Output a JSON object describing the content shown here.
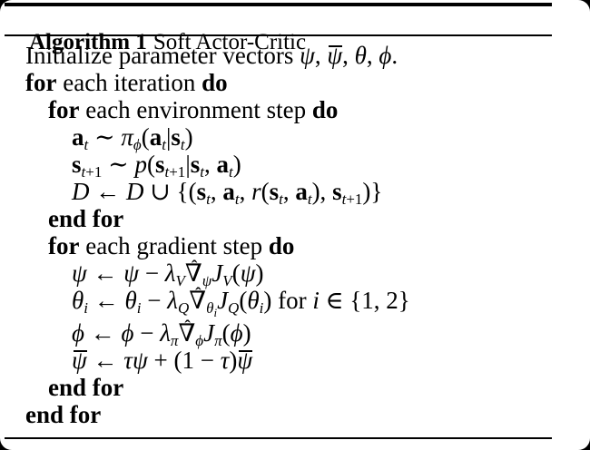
{
  "style": {
    "text_color": "#000000",
    "page_background": "#ffffff",
    "corner_background": "#000000",
    "rule_color": "#000000"
  },
  "algorithm": {
    "header": {
      "label": "Algorithm 1",
      "title": "Soft Actor-Critic"
    },
    "lines": [
      {
        "indent": 1,
        "tokens": [
          {
            "t": "Initialize parameter vectors ",
            "s": "rm"
          },
          {
            "t": "ψ",
            "s": "it"
          },
          {
            "t": ", ",
            "s": "rm"
          },
          {
            "t": "ψ",
            "s": "it",
            "bar": true
          },
          {
            "t": ", ",
            "s": "rm"
          },
          {
            "t": "θ",
            "s": "it"
          },
          {
            "t": ", ",
            "s": "rm"
          },
          {
            "t": "ϕ",
            "s": "it"
          },
          {
            "t": ".",
            "s": "rm"
          }
        ]
      },
      {
        "indent": 1,
        "tokens": [
          {
            "t": "for",
            "s": "kw"
          },
          {
            "t": " each iteration ",
            "s": "rm"
          },
          {
            "t": "do",
            "s": "kw"
          }
        ]
      },
      {
        "indent": 2,
        "tokens": [
          {
            "t": "for",
            "s": "kw"
          },
          {
            "t": " each environment step ",
            "s": "rm"
          },
          {
            "t": "do",
            "s": "kw"
          }
        ]
      },
      {
        "indent": 3,
        "tokens": [
          {
            "t": "a",
            "s": "bf"
          },
          {
            "t": "t",
            "s": "it",
            "sub": true
          },
          {
            "t": " ∼ ",
            "s": "rm"
          },
          {
            "t": "π",
            "s": "it"
          },
          {
            "t": "ϕ",
            "s": "it",
            "sub": true
          },
          {
            "t": "(",
            "s": "rm"
          },
          {
            "t": "a",
            "s": "bf"
          },
          {
            "t": "t",
            "s": "it",
            "sub": true
          },
          {
            "t": "|",
            "s": "rm"
          },
          {
            "t": "s",
            "s": "bf"
          },
          {
            "t": "t",
            "s": "it",
            "sub": true
          },
          {
            "t": ")",
            "s": "rm"
          }
        ]
      },
      {
        "indent": 3,
        "tokens": [
          {
            "t": "s",
            "s": "bf"
          },
          {
            "t": "t",
            "s": "it",
            "sub": true
          },
          {
            "t": "+1",
            "s": "rm",
            "sub": true
          },
          {
            "t": " ∼ ",
            "s": "rm"
          },
          {
            "t": "p",
            "s": "it"
          },
          {
            "t": "(",
            "s": "rm"
          },
          {
            "t": "s",
            "s": "bf"
          },
          {
            "t": "t",
            "s": "it",
            "sub": true
          },
          {
            "t": "+1",
            "s": "rm",
            "sub": true
          },
          {
            "t": "|",
            "s": "rm"
          },
          {
            "t": "s",
            "s": "bf"
          },
          {
            "t": "t",
            "s": "it",
            "sub": true
          },
          {
            "t": ", ",
            "s": "rm"
          },
          {
            "t": "a",
            "s": "bf"
          },
          {
            "t": "t",
            "s": "it",
            "sub": true
          },
          {
            "t": ")",
            "s": "rm"
          }
        ]
      },
      {
        "indent": 3,
        "tokens": [
          {
            "t": "D",
            "s": "cal"
          },
          {
            "t": " ← ",
            "s": "rm"
          },
          {
            "t": "D",
            "s": "cal"
          },
          {
            "t": " ∪ {(",
            "s": "rm"
          },
          {
            "t": "s",
            "s": "bf"
          },
          {
            "t": "t",
            "s": "it",
            "sub": true
          },
          {
            "t": ", ",
            "s": "rm"
          },
          {
            "t": "a",
            "s": "bf"
          },
          {
            "t": "t",
            "s": "it",
            "sub": true
          },
          {
            "t": ", ",
            "s": "rm"
          },
          {
            "t": "r",
            "s": "it"
          },
          {
            "t": "(",
            "s": "rm"
          },
          {
            "t": "s",
            "s": "bf"
          },
          {
            "t": "t",
            "s": "it",
            "sub": true
          },
          {
            "t": ", ",
            "s": "rm"
          },
          {
            "t": "a",
            "s": "bf"
          },
          {
            "t": "t",
            "s": "it",
            "sub": true
          },
          {
            "t": "), ",
            "s": "rm"
          },
          {
            "t": "s",
            "s": "bf"
          },
          {
            "t": "t",
            "s": "it",
            "sub": true
          },
          {
            "t": "+1",
            "s": "rm",
            "sub": true
          },
          {
            "t": ")}",
            "s": "rm"
          }
        ]
      },
      {
        "indent": 2,
        "tokens": [
          {
            "t": "end for",
            "s": "kw"
          }
        ]
      },
      {
        "indent": 2,
        "tokens": [
          {
            "t": "for",
            "s": "kw"
          },
          {
            "t": " each gradient step ",
            "s": "rm"
          },
          {
            "t": "do",
            "s": "kw"
          }
        ]
      },
      {
        "indent": 3,
        "tokens": [
          {
            "t": "ψ",
            "s": "it"
          },
          {
            "t": " ← ",
            "s": "rm"
          },
          {
            "t": "ψ",
            "s": "it"
          },
          {
            "t": " − ",
            "s": "rm"
          },
          {
            "t": "λ",
            "s": "it"
          },
          {
            "t": "V",
            "s": "it",
            "sub": true
          },
          {
            "t": "∇",
            "s": "rm",
            "hat": true
          },
          {
            "t": "ψ",
            "s": "it",
            "sub": true
          },
          {
            "t": "J",
            "s": "it"
          },
          {
            "t": "V",
            "s": "it",
            "sub": true
          },
          {
            "t": "(",
            "s": "rm"
          },
          {
            "t": "ψ",
            "s": "it"
          },
          {
            "t": ")",
            "s": "rm"
          }
        ]
      },
      {
        "indent": 3,
        "tokens": [
          {
            "t": "θ",
            "s": "it"
          },
          {
            "t": "i",
            "s": "it",
            "sub": true
          },
          {
            "t": " ← ",
            "s": "rm"
          },
          {
            "t": "θ",
            "s": "it"
          },
          {
            "t": "i",
            "s": "it",
            "sub": true
          },
          {
            "t": " − ",
            "s": "rm"
          },
          {
            "t": "λ",
            "s": "it"
          },
          {
            "t": "Q",
            "s": "it",
            "sub": true
          },
          {
            "t": "∇",
            "s": "rm",
            "hat": true
          },
          {
            "t": "θ",
            "s": "it",
            "sub": true
          },
          {
            "t": "i",
            "s": "it",
            "sub2": true
          },
          {
            "t": "J",
            "s": "it"
          },
          {
            "t": "Q",
            "s": "it",
            "sub": true
          },
          {
            "t": "(",
            "s": "rm"
          },
          {
            "t": "θ",
            "s": "it"
          },
          {
            "t": "i",
            "s": "it",
            "sub": true
          },
          {
            "t": ")",
            "s": "rm"
          },
          {
            "t": " for ",
            "s": "rm"
          },
          {
            "t": "i",
            "s": "it"
          },
          {
            "t": " ∈ {1, 2}",
            "s": "rm"
          }
        ]
      },
      {
        "indent": 3,
        "tokens": [
          {
            "t": "ϕ",
            "s": "it"
          },
          {
            "t": " ← ",
            "s": "rm"
          },
          {
            "t": "ϕ",
            "s": "it"
          },
          {
            "t": " − ",
            "s": "rm"
          },
          {
            "t": "λ",
            "s": "it"
          },
          {
            "t": "π",
            "s": "it",
            "sub": true
          },
          {
            "t": "∇",
            "s": "rm",
            "hat": true
          },
          {
            "t": "ϕ",
            "s": "it",
            "sub": true
          },
          {
            "t": "J",
            "s": "it"
          },
          {
            "t": "π",
            "s": "it",
            "sub": true
          },
          {
            "t": "(",
            "s": "rm"
          },
          {
            "t": "ϕ",
            "s": "it"
          },
          {
            "t": ")",
            "s": "rm"
          }
        ]
      },
      {
        "indent": 3,
        "tokens": [
          {
            "t": "ψ",
            "s": "it",
            "bar": true
          },
          {
            "t": " ← ",
            "s": "rm"
          },
          {
            "t": "τ",
            "s": "it"
          },
          {
            "t": "ψ",
            "s": "it"
          },
          {
            "t": " + (1 − ",
            "s": "rm"
          },
          {
            "t": "τ",
            "s": "it"
          },
          {
            "t": ")",
            "s": "rm"
          },
          {
            "t": "ψ",
            "s": "it",
            "bar": true
          }
        ]
      },
      {
        "indent": 2,
        "tokens": [
          {
            "t": "end for",
            "s": "kw"
          }
        ]
      },
      {
        "indent": 1,
        "tokens": [
          {
            "t": "end for",
            "s": "kw"
          }
        ]
      }
    ]
  }
}
